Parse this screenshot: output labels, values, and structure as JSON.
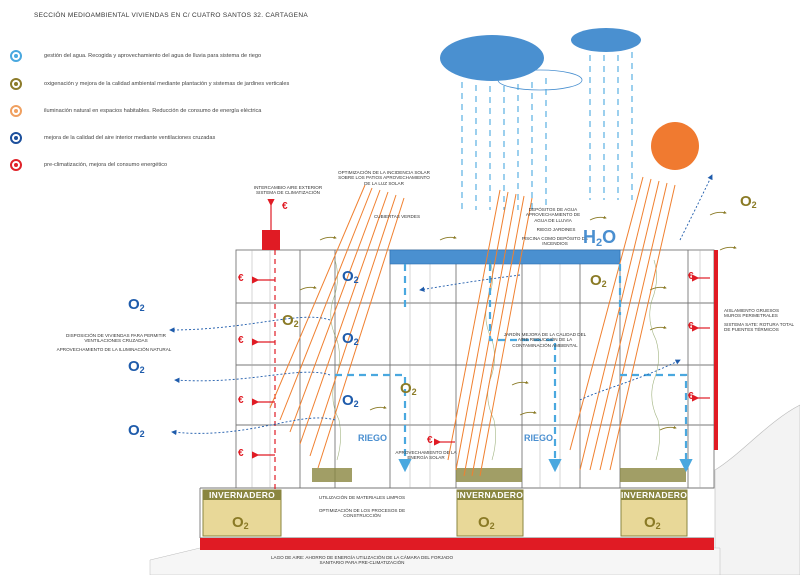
{
  "title": "SECCIÓN MEDIOAMBIENTAL VIVIENDAS EN C/ CUATRO SANTOS 32. CARTAGENA",
  "legend": [
    {
      "color": "#4aa8df",
      "text": "gestión del agua. Recogida y aprovechamiento del agua de lluvia para sistema de riego"
    },
    {
      "color": "#8c7b2a",
      "text": "oxigenación y mejora de la calidad ambiental mediante plantación y sistemas de jardines verticales"
    },
    {
      "color": "#f0a060",
      "text": "iluminación natural en espacios habitables. Reducción de consumo de energía eléctrica"
    },
    {
      "color": "#1c4f9c",
      "text": "mejora de la calidad del aire interior mediante ventilaciones cruzadas"
    },
    {
      "color": "#e0232a",
      "text": "pre-climatización, mejora del consumo energético"
    }
  ],
  "notes": {
    "intercambio": "INTERCAMBIO AIRE EXTERIOR SISTEMA DE CLIMATIZACIÓN",
    "optimizacion": "OPTIMIZACIÓN DE LA INCIDENCIA SOLAR SOBRE LOS PATIOS APROVECHAMIENTO DE LA LUZ SOLAR",
    "cubiertas": "CUBIERTAS VERDES",
    "depositos": "DEPÓSITOS DE AGUA APROVECHAMIENTO DE AGUA DE LLUVIA",
    "riego_jardines": "RIEGO JARDINES",
    "piscina": "PISCINA COMO DEPÓSITO DE INCENDIOS",
    "disposicion": "DISPOSICIÓN DE VIVIENDAS PARA PERMITIR VENTILACIONES CRUZADAS",
    "aprovechamiento_luz": "APROVECHAMIENTO DE LA ILUMINACIÓN NATURAL",
    "jardin": "JARDÍN MEJORA DE LA CALIDAD DEL AIRE REDUCCIÓN DE LA CONTAMINACIÓN AMBIENTAL",
    "aislamiento": "AISLAMIENTO GRUESOS MUROS PERIMETRALES",
    "sistema": "SISTEMA SATE: ROTURA TOTAL DE PUENTES TÉRMICOS",
    "energia_solar": "APROVECHAMIENTO DE LA ENERGÍA SOLAR",
    "materiales": "UTILIZACIÓN DE MATERIALES LIMPIOS",
    "procesos": "OPTIMIZACIÓN DE LOS PROCESOS DE CONSTRUCCIÓN",
    "lago": "LAGO DE AIRE: AHORRO DE ENERGÍA UTILIZACIÓN DE LA CÁMARA DEL FORJADO SANITARIO PARA PRE-CLIMATIZACIÓN"
  },
  "labels": {
    "h2o": "H",
    "h2o_sub": "2",
    "h2o_tail": "O",
    "o2": "O",
    "o2_sub": "2",
    "euro": "€",
    "riego": "RIEGO",
    "invernadero": "INVERNADERO"
  },
  "colors": {
    "red": "#e01b24",
    "orange": "#f08030",
    "sky_blue": "#4aa8df",
    "navy": "#1e5bab",
    "olive": "#8a7a25",
    "sun": "#f07a30",
    "cloud": "#4a90d0",
    "greenhouse": "#8a8640"
  }
}
